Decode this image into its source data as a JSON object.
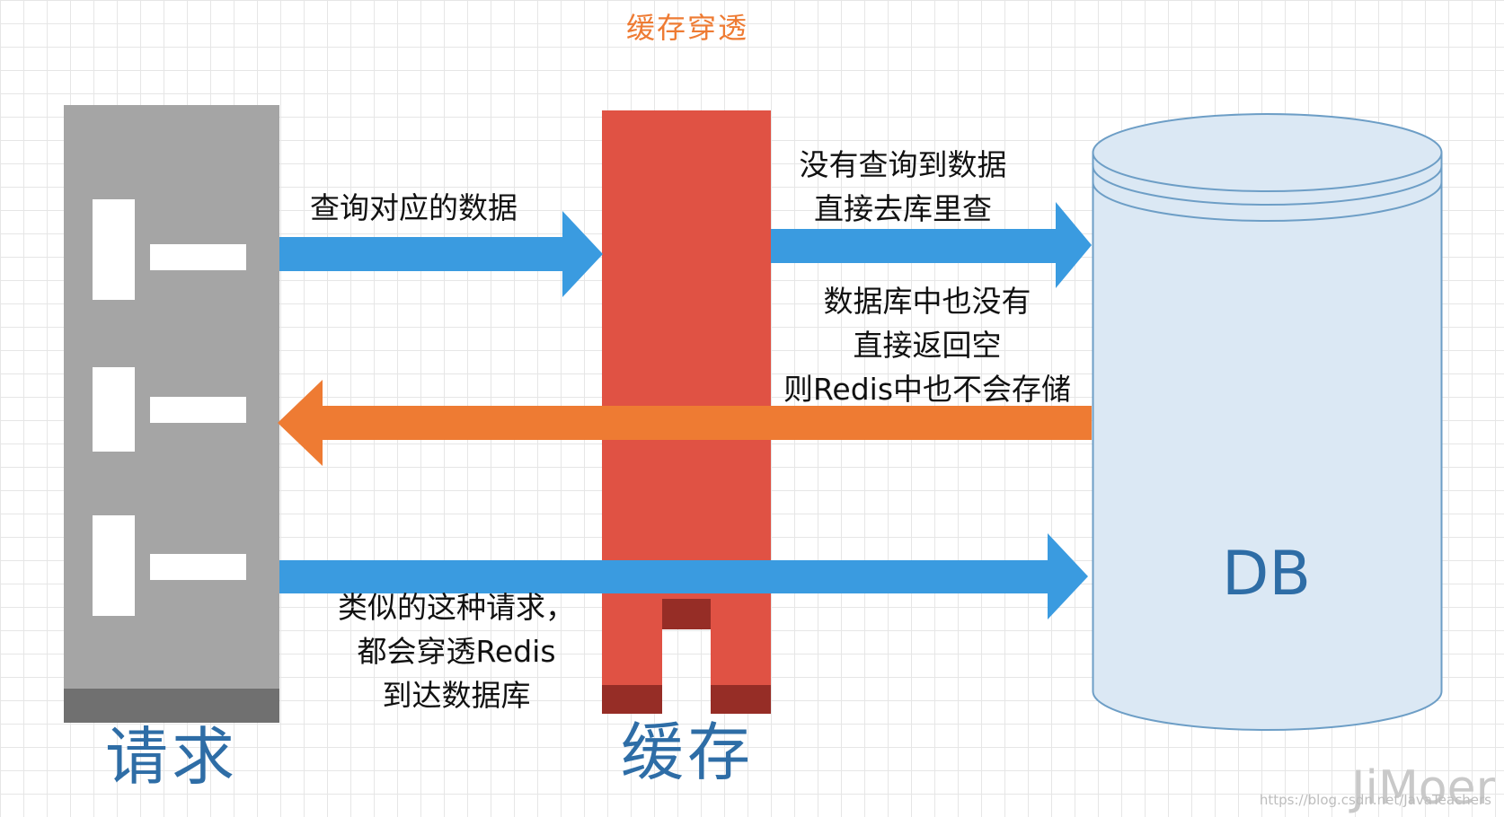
{
  "title": "缓存穿透",
  "labels": {
    "request": "请求",
    "cache": "缓存",
    "db": "DB"
  },
  "annotations": {
    "query": "查询对应的数据",
    "not_found": [
      "没有查询到数据",
      "直接去库里查"
    ],
    "db_empty": [
      "数据库中也没有",
      "直接返回空",
      "则Redis中也不会存储"
    ],
    "penetrate": [
      "类似的这种请求，",
      "都会穿透Redis",
      "到达数据库"
    ]
  },
  "watermark": {
    "brand": "JiMoer",
    "url": "https://blog.csdn.net/JavaTeachers"
  },
  "colors": {
    "title": "#ee7b33",
    "blue_arrow": "#3a9be0",
    "orange_arrow": "#ee7b33",
    "request_block": "#a5a5a5",
    "request_base": "#707070",
    "cache_block": "#e05244",
    "cache_dark": "#962d26",
    "db_fill": "#dbe8f4",
    "db_stroke": "#6d9ec6",
    "big_label": "#2e6da6"
  }
}
